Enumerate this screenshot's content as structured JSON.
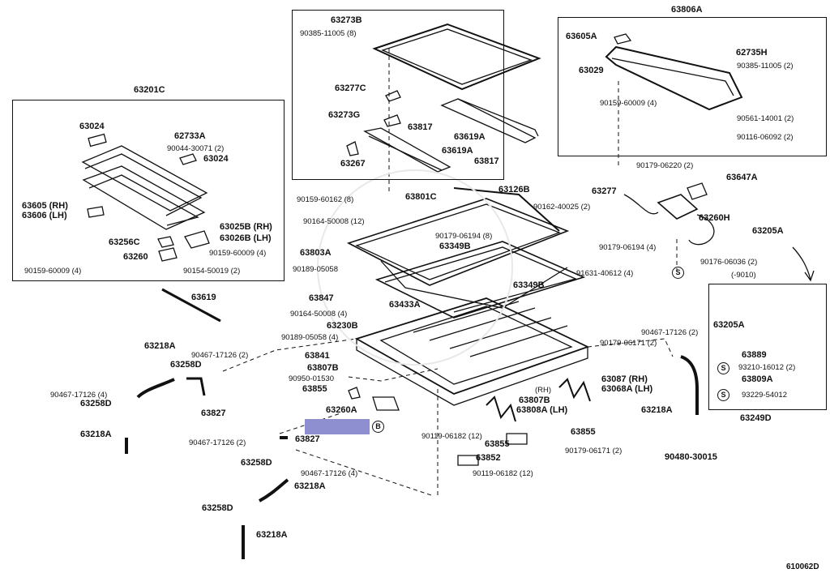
{
  "diagram_id": "610062D",
  "assemblies": {
    "left_box": "63201C",
    "center_box": "63801C",
    "right_box": "63806A",
    "motor_harness": "63205A"
  },
  "left_box_labels": [
    "63024",
    "62733A",
    "90044-30071 (2)",
    "63024",
    "63605 (RH)",
    "63606 (LH)",
    "63025B (RH)",
    "63026B (LH)",
    "63256C",
    "63260",
    "90159-60009 (4)",
    "90159-60009 (4)",
    "90154-50019 (2)"
  ],
  "center_box_labels": [
    "63273B",
    "90385-11005 (8)",
    "63277C",
    "63273G",
    "63817",
    "63619A",
    "63619A",
    "63267",
    "63817"
  ],
  "right_box_labels": [
    "63605A",
    "62735H",
    "63029",
    "90385-11005 (2)",
    "90159-60009 (4)",
    "90561-14001 (2)",
    "90116-06092 (2)"
  ],
  "inset_labels": [
    "63205A",
    "63889",
    "93210-16012 (2)",
    "63809A",
    "93229-54012"
  ],
  "free_labels": {
    "p63619": "63619",
    "p63126B": "63126B",
    "p90159_60162": "90159-60162 (8)",
    "p90162_40025": "90162-40025 (2)",
    "p63277": "63277",
    "p63647A": "63647A",
    "p90179_06220": "90179-06220 (2)",
    "p90164_50008_12": "90164-50008 (12)",
    "p90179_06194_8": "90179-06194 (8)",
    "p63349B_a": "63349B",
    "p63803A": "63803A",
    "p90189_05058": "90189-05058",
    "p63260H": "63260H",
    "p90179_06194_4": "90179-06194 (4)",
    "p90176_06036": "90176-06036 (2)",
    "p91631_40612": "91631-40612 (4)",
    "p9010": "(-9010)",
    "p63847": "63847",
    "p63349B_b": "63349B",
    "p63433A": "63433A",
    "p90164_50008_4": "90164-50008 (4)",
    "p63230B": "63230B",
    "p90189_05058_4": "90189-05058 (4)",
    "p63841": "63841",
    "p63807B_a": "63807B",
    "p90950_01530": "90950-01530",
    "p63855_a": "63855",
    "p90467_17126_2a": "90467-17126 (2)",
    "p90179_06171_2": "90179-06171 (2)",
    "p63218A_a": "63218A",
    "p63258D_a": "63258D",
    "p90467_17126_2b": "90467-17126 (2)",
    "p90467_17126_4a": "90467-17126 (4)",
    "p63258D_b": "63258D",
    "p63827_a": "63827",
    "p63218A_b": "63218A",
    "p63087": "63087 (RH)",
    "p63068A": "63068A (LH)",
    "p63807B_b": "63807B",
    "p63808A": "63808A (LH)",
    "p63807_rh": "(RH)",
    "p63218A_c": "63218A",
    "p63249D": "63249D",
    "p63260A": "63260A",
    "p90119_06182_12a": "90119-06182 (12)",
    "p63855_b": "63855",
    "p63855_c": "63855",
    "p90179_06171": "90179-06171 (2)",
    "p90467_17126_2c": "90467-17126 (2)",
    "p63827_b": "63827",
    "p63852": "63852",
    "p63258D_c": "63258D",
    "p90467_17126_4b": "90467-17126 (4)",
    "p90119_06182_12b": "90119-06182 (12)",
    "p63218A_d": "63218A",
    "p63258D_d": "63258D",
    "p63218A_e": "63218A",
    "p90480_30015": "90480-30015"
  },
  "markers": {
    "s": "S",
    "b": "B"
  },
  "highlight_color": "#8e8fd1"
}
